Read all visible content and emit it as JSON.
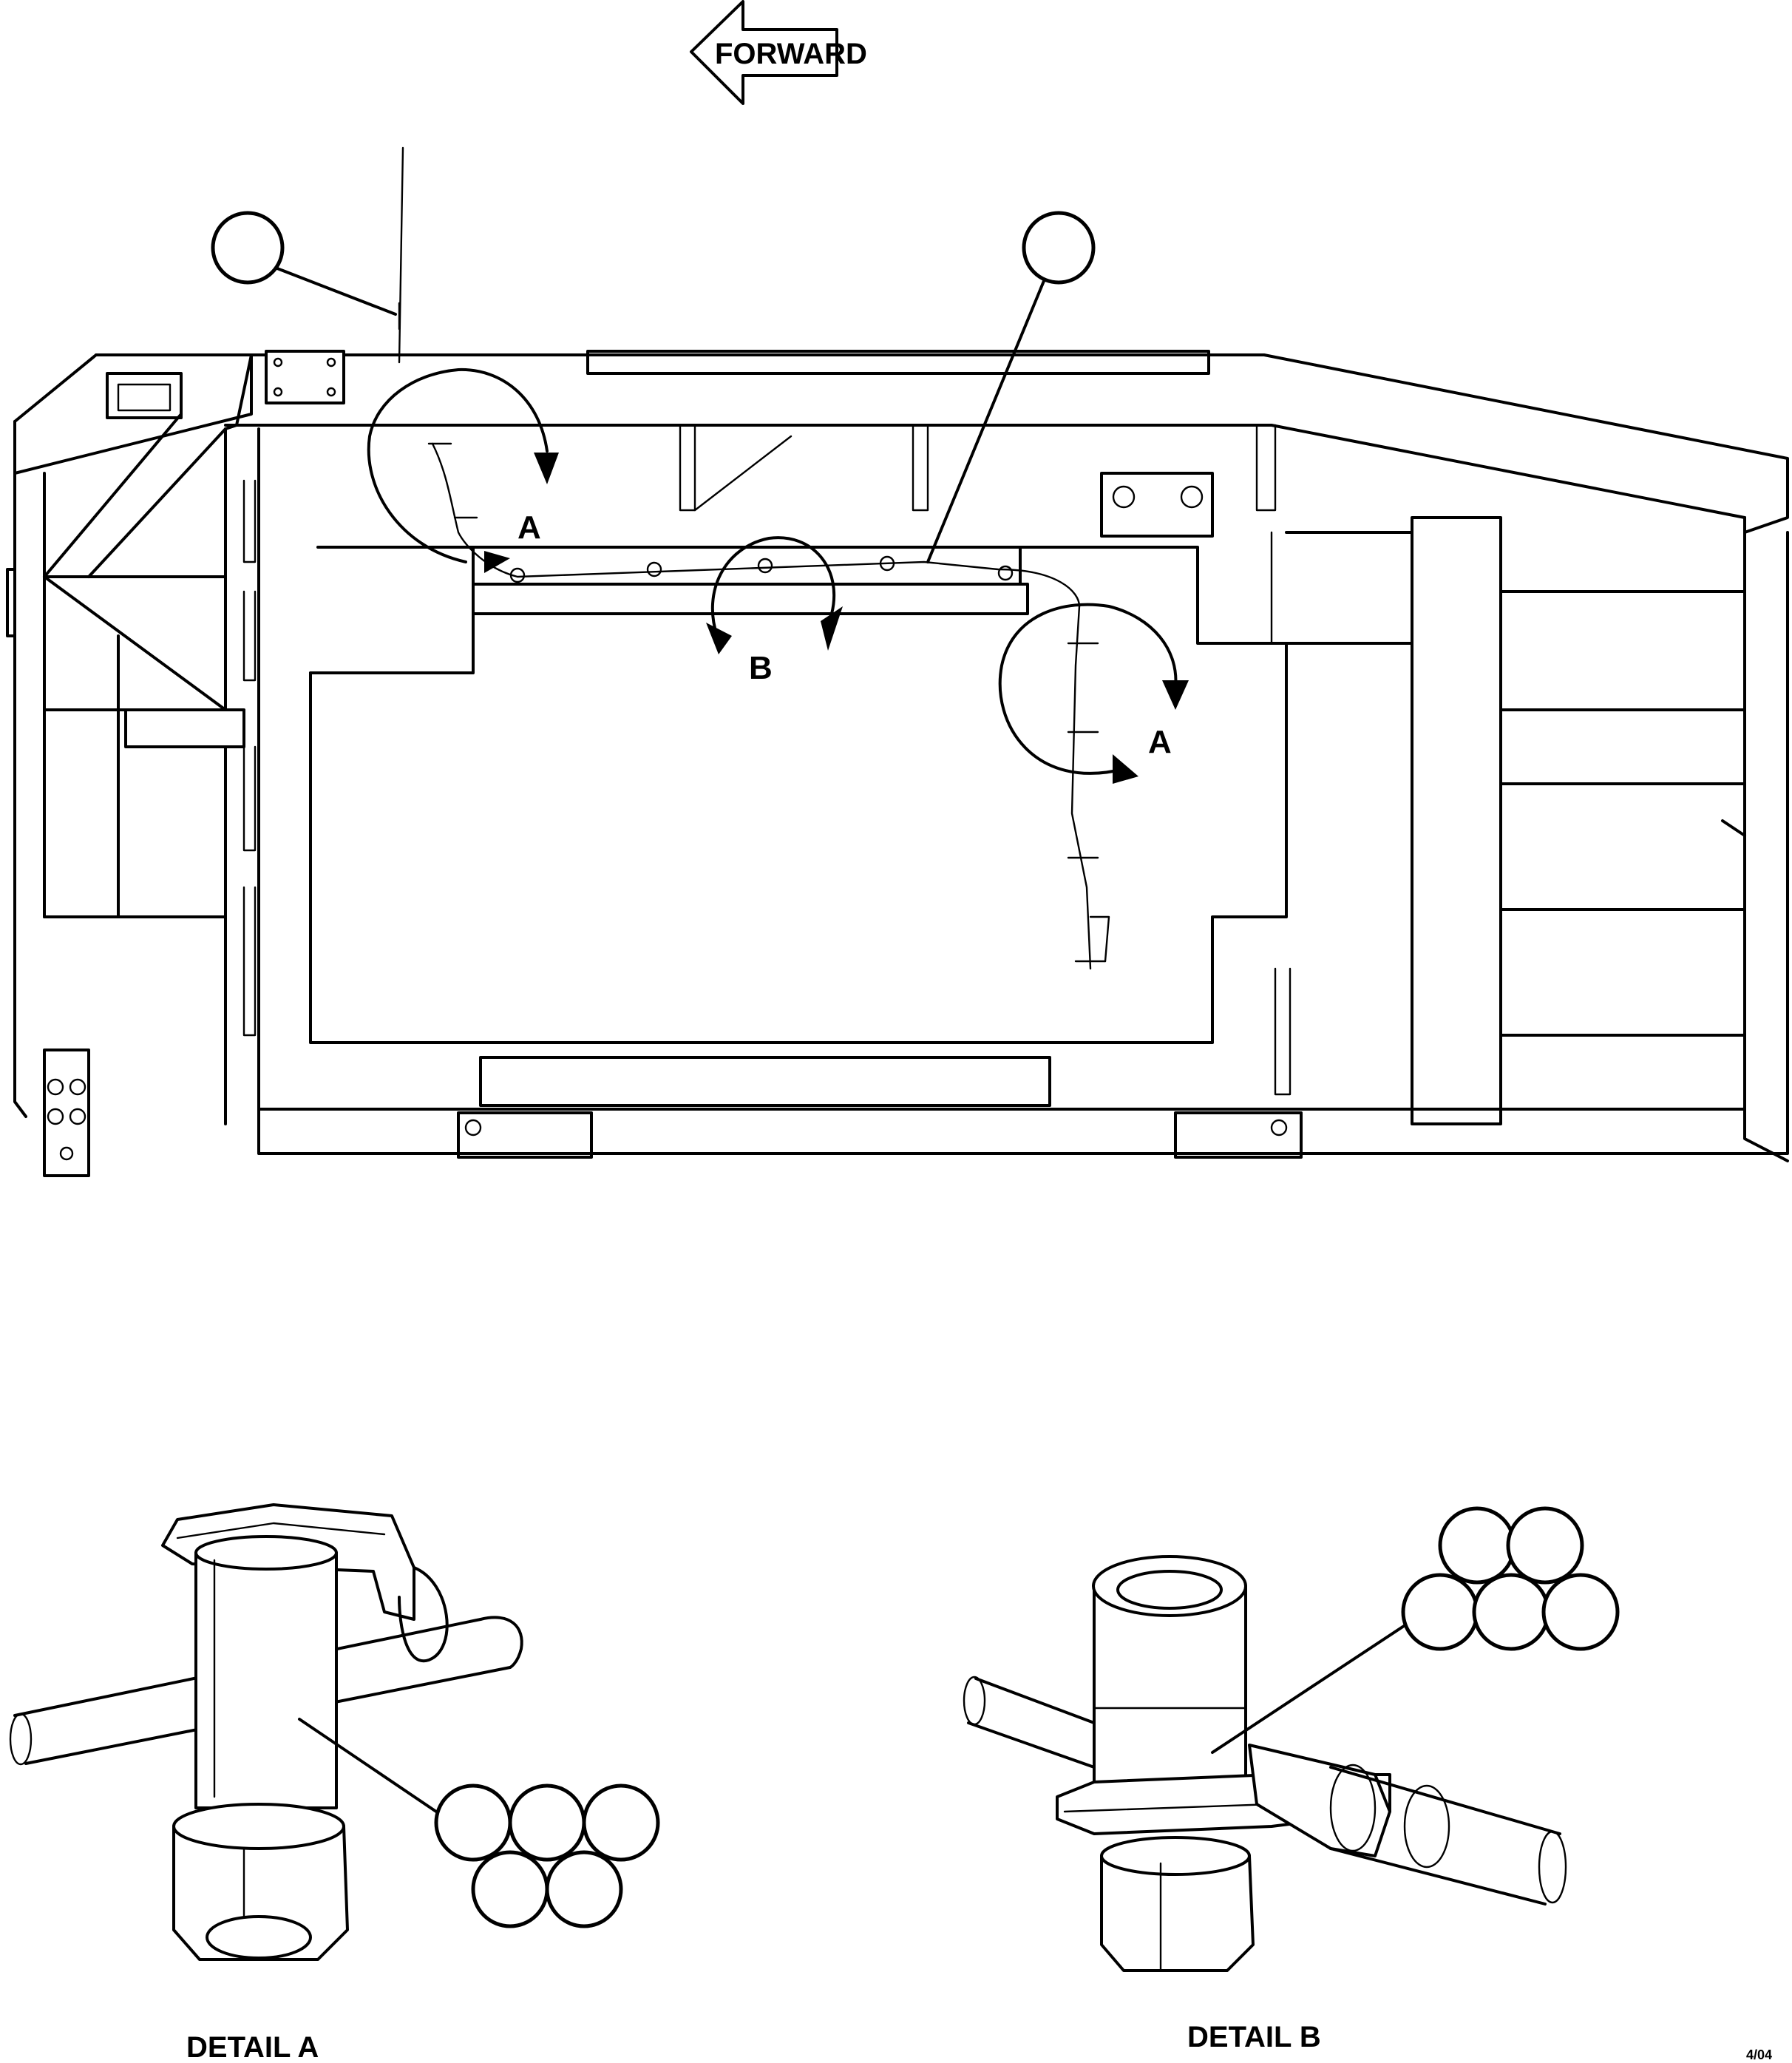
{
  "forward_label": "FORWARD",
  "view_a_label": "A",
  "view_b_label": "B",
  "detail_a_caption": "DETAIL A",
  "detail_b_caption": "DETAIL B",
  "revision_code": "4/04"
}
